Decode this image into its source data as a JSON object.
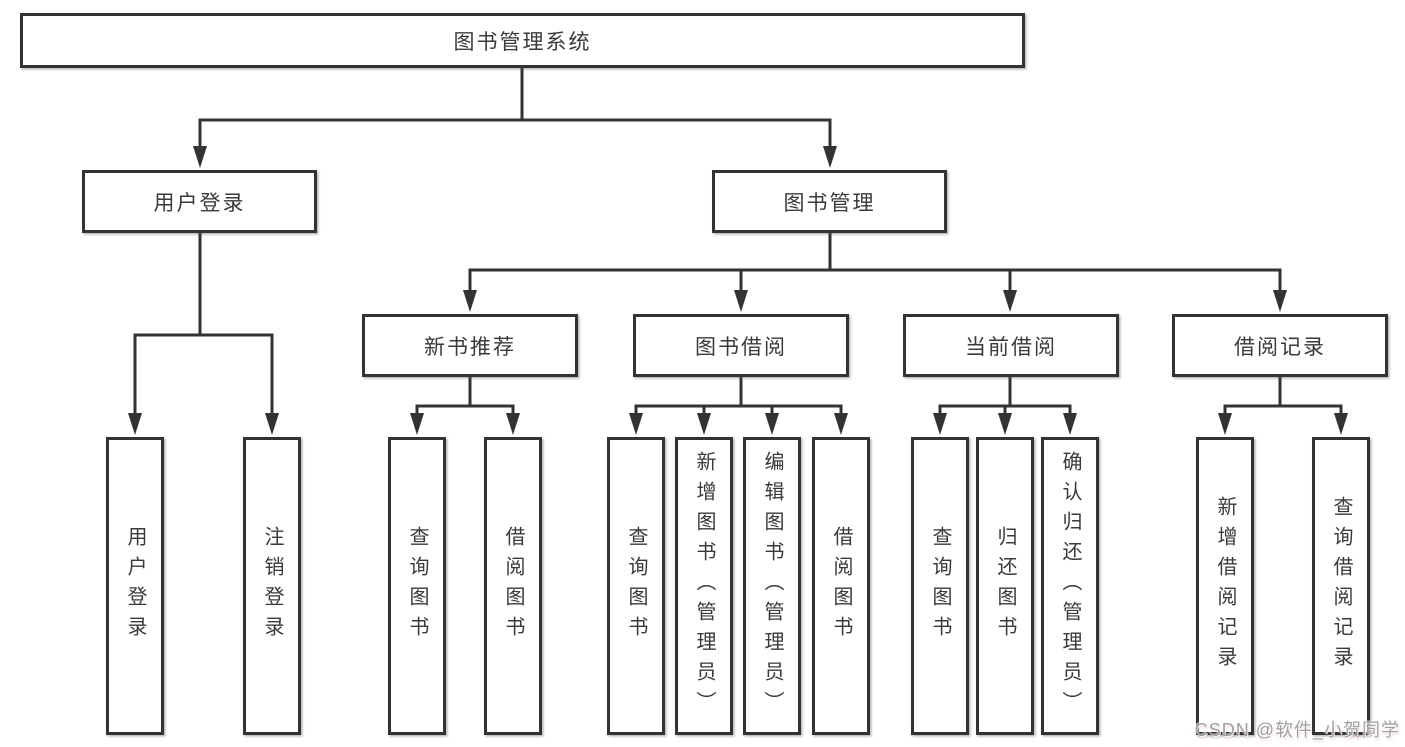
{
  "diagram": {
    "root": {
      "label": "图书管理系统"
    },
    "user_branch": {
      "label": "用户登录",
      "children": [
        {
          "label": "用户登录"
        },
        {
          "label": "注销登录"
        }
      ]
    },
    "book_branch": {
      "label": "图书管理",
      "groups": [
        {
          "label": "新书推荐",
          "children": [
            {
              "label": "查询图书"
            },
            {
              "label": "借阅图书"
            }
          ]
        },
        {
          "label": "图书借阅",
          "children": [
            {
              "label": "查询图书"
            },
            {
              "label": "新增图书（管理员）"
            },
            {
              "label": "编辑图书（管理员）"
            },
            {
              "label": "借阅图书"
            }
          ]
        },
        {
          "label": "当前借阅",
          "children": [
            {
              "label": "查询图书"
            },
            {
              "label": "归还图书"
            },
            {
              "label": "确认归还（管理员）"
            }
          ]
        },
        {
          "label": "借阅记录",
          "children": [
            {
              "label": "新增借阅记录"
            },
            {
              "label": "查询借阅记录"
            }
          ]
        }
      ]
    }
  },
  "watermark": {
    "text": "CSDN @软件_小贺同学"
  },
  "colors": {
    "line": "#333333",
    "box_border": "#333333",
    "box_fill": "#ffffff",
    "text": "#3a3a3a",
    "watermark": "#a0a0a0"
  }
}
